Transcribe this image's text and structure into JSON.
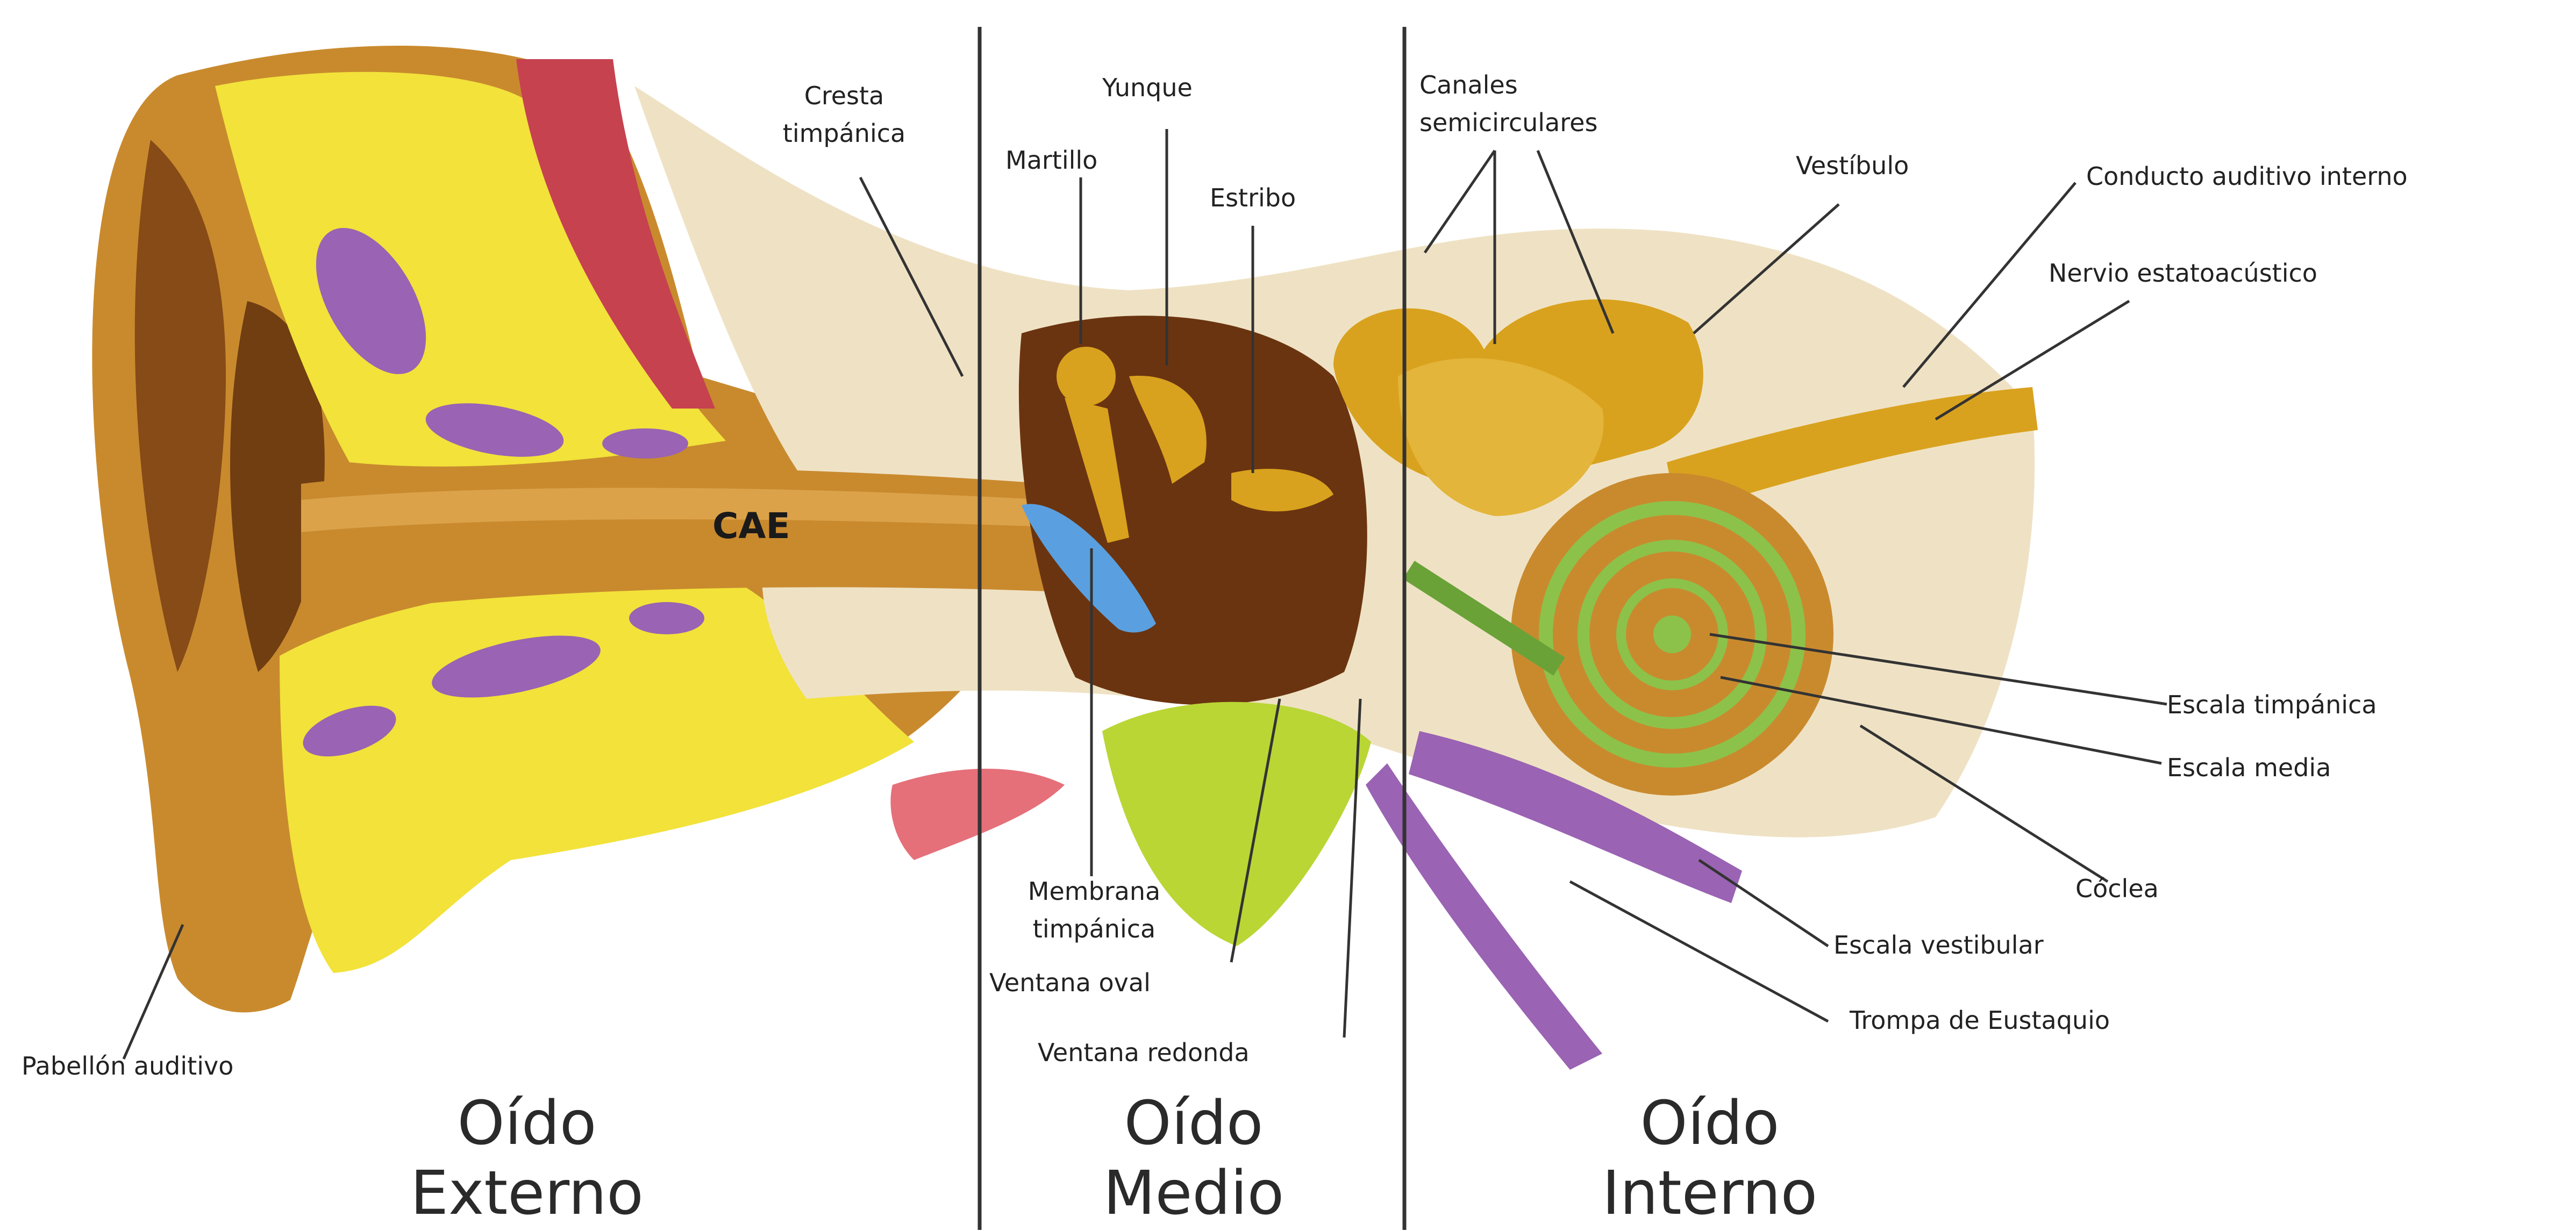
{
  "labels": {
    "cresta_1": "Cresta",
    "cresta_2": "timpánica",
    "yunque": "Yunque",
    "martillo": "Martillo",
    "estribo": "Estribo",
    "canales_1": "Canales",
    "canales_2": "semicirculares",
    "vestibulo": "Vestíbulo",
    "conducto": "Conducto auditivo interno",
    "nervio": "Nervio estatoacústico",
    "cae": "CAE",
    "escala_timpanica": "Escala timpánica",
    "escala_media": "Escala media",
    "coclea": "Cóclea",
    "escala_vestibular": "Escala vestibular",
    "trompa": "Trompa de Eustaquio",
    "membrana_1": "Membrana",
    "membrana_2": "timpánica",
    "ventana_oval": "Ventana oval",
    "ventana_redonda": "Ventana redonda",
    "pabellon": "Pabellón auditivo"
  },
  "sections": {
    "externo_1": "Oído",
    "externo_2": "Externo",
    "medio_1": "Oído",
    "medio_2": "Medio",
    "interno_1": "Oído",
    "interno_2": "Interno"
  },
  "colors": {
    "skin": "#c98a2e",
    "skin_dark": "#7a3f12",
    "fat": "#f2e23a",
    "bone": "#efe2c4",
    "purple": "#9a63b3",
    "muscle": "#c6424f",
    "membrane": "#5aa0e0",
    "cochlea_green": "#8cc24a",
    "gold": "#d9a21e"
  }
}
